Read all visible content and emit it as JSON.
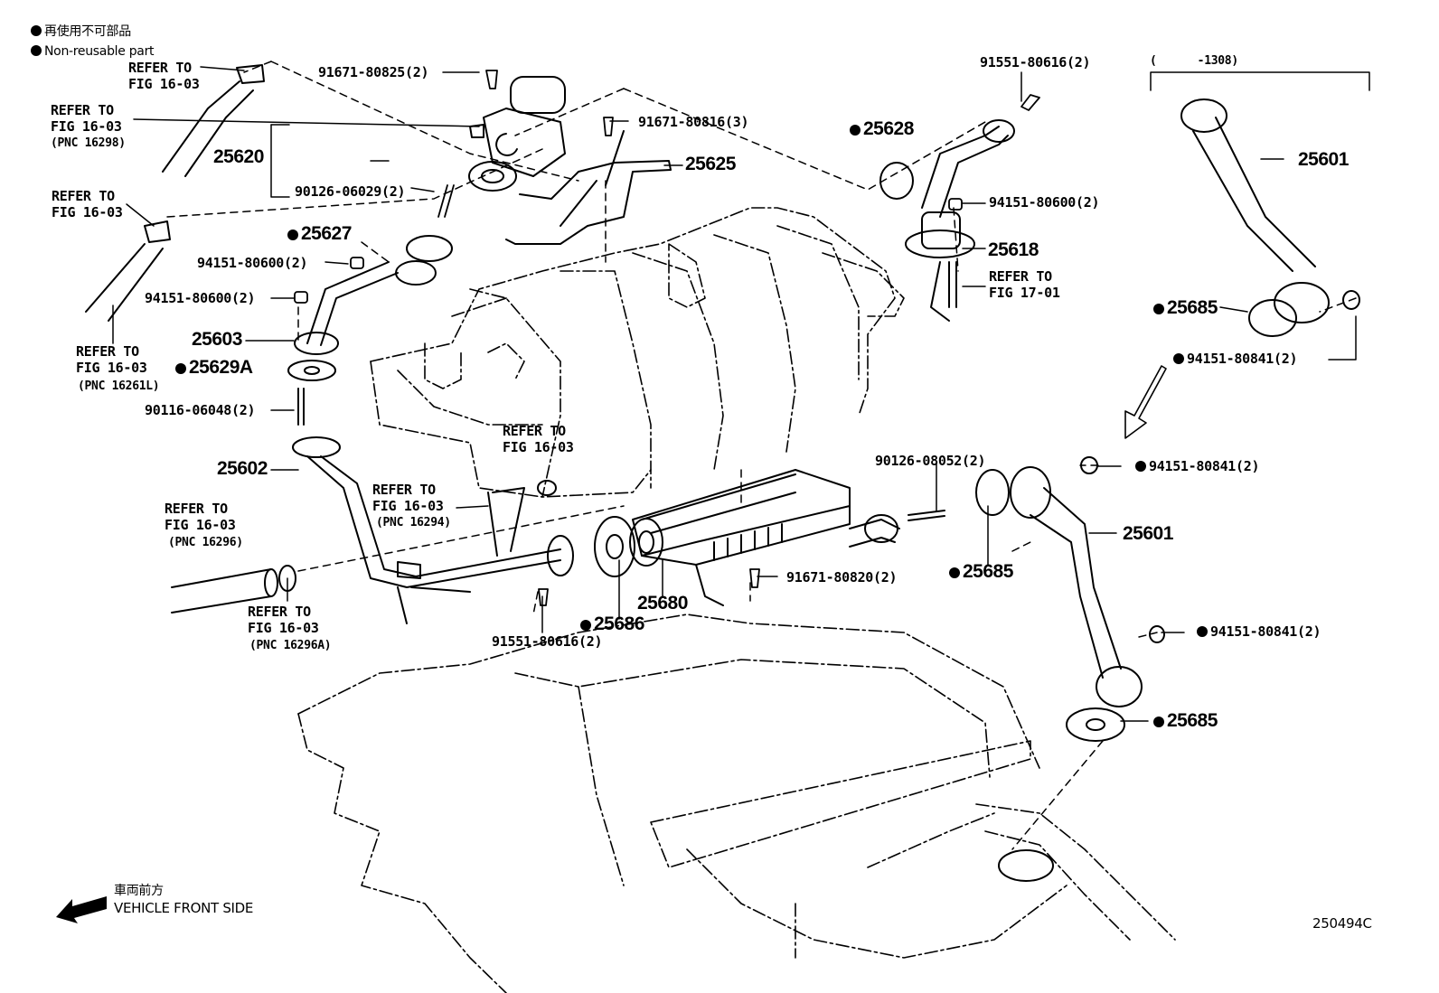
{
  "legend": {
    "line1": "再使用不可部品",
    "line2": "Non-reusable part"
  },
  "refer": {
    "fig1603": "REFER TO\nFIG 16-03",
    "fig1701": "REFER TO\nFIG 17-01",
    "pnc16298": "(PNC 16298)",
    "pnc16261L": "(PNC 16261L)",
    "pnc16294": "(PNC 16294)",
    "pnc16296": "(PNC 16296)",
    "pnc16296A": "(PNC 16296A)"
  },
  "range_note": "(      -1308)",
  "parts": {
    "p25620": "25620",
    "p25625": "25625",
    "p25628": "25628",
    "p25627": "25627",
    "p25618": "25618",
    "p25601": "25601",
    "p25685": "25685",
    "p25603": "25603",
    "p25629A": "25629A",
    "p25602": "25602",
    "p25680": "25680",
    "p25686": "25686",
    "b91671_80825": "91671-80825(2)",
    "b91671_80816": "91671-80816(3)",
    "b91551_80616": "91551-80616(2)",
    "b90126_06029": "90126-06029(2)",
    "n94151_80600": "94151-80600(2)",
    "n94151_80841": "94151-80841(2)",
    "s90116_06048": "90116-06048(2)",
    "s90126_08052": "90126-08052(2)",
    "b91671_80820": "91671-80820(2)"
  },
  "front": {
    "jp": "車両前方",
    "en": "VEHICLE FRONT SIDE"
  },
  "figure_id": "250494C"
}
